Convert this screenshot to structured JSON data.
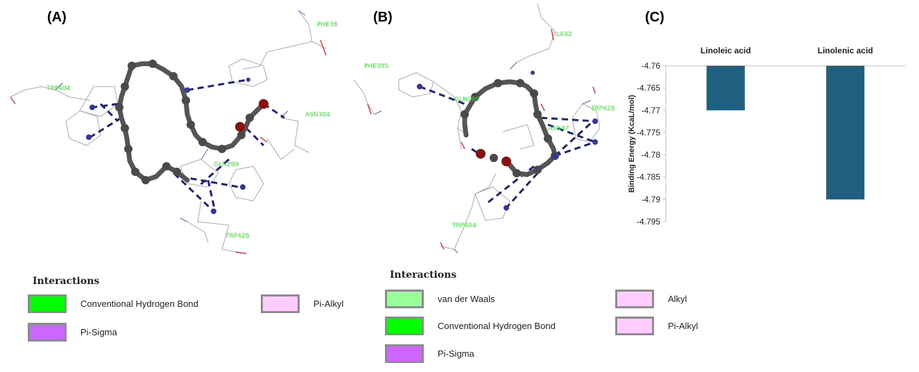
{
  "panels": {
    "a": {
      "label": "(A)",
      "residues": [
        "PHE38",
        "TRP404",
        "ASN304",
        "GLN299",
        "TRP428"
      ]
    },
    "b": {
      "label": "(B)",
      "residues": [
        "ILE42",
        "PHE395",
        "GLN299",
        "TRP428",
        "ASN47",
        "TRP404"
      ]
    },
    "c": {
      "label": "(C)"
    }
  },
  "legend_a": {
    "title": "Interactions",
    "items": [
      {
        "label": "Conventional Hydrogen Bond",
        "color": "#00ff00"
      },
      {
        "label": "Pi-Sigma",
        "color": "#cc66ff"
      },
      {
        "label": "Pi-Alkyl",
        "color": "#ffccff"
      }
    ]
  },
  "legend_b": {
    "title": "Interactions",
    "items": [
      {
        "label": "van der Waals",
        "color": "#99ff99"
      },
      {
        "label": "Conventional Hydrogen Bond",
        "color": "#00ff00"
      },
      {
        "label": "Pi-Sigma",
        "color": "#cc66ff"
      },
      {
        "label": "Alkyl",
        "color": "#ffccff"
      },
      {
        "label": "Pi-Alkyl",
        "color": "#ffccff"
      }
    ]
  },
  "chart_data": {
    "type": "bar",
    "categories": [
      "Linoleic acid",
      "Linolenic acid"
    ],
    "values": [
      -4.77,
      -4.79
    ],
    "ylabel": "Binding Energy (KcaL/mol)",
    "ylim": [
      -4.795,
      -4.76
    ],
    "yticks": [
      "-4.76",
      "-4.765",
      "-4.77",
      "-4.775",
      "-4.78",
      "-4.785",
      "-4.79",
      "-4.795"
    ],
    "bar_color": "#1f5f80",
    "category_axis": "top",
    "grid": false
  }
}
